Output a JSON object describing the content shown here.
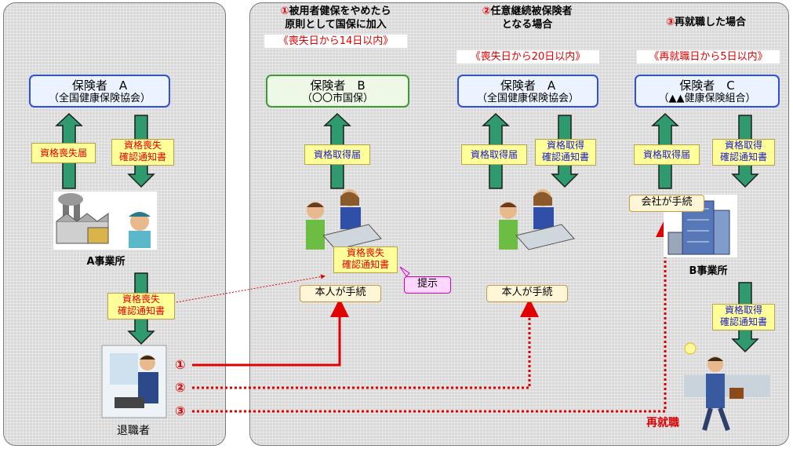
{
  "left": {
    "insurer": {
      "name": "保険者　A",
      "org": "（全国健康保険協会）"
    },
    "doc_up": "資格喪失届",
    "doc_down": [
      "資格喪失",
      "確認通知書"
    ],
    "office": "A事業所",
    "doc_mid": [
      "資格喪失",
      "確認通知書"
    ],
    "retiree": "退職者"
  },
  "col1": {
    "header": [
      "①被用者健保をやめたら",
      "原則として国保に加入"
    ],
    "deadline": "《喪失日から14日以内》",
    "insurer": {
      "name": "保険者　B",
      "org": "（〇〇市国保）"
    },
    "doc_up": "資格取得届",
    "procedure": "本人が手続",
    "held_doc": [
      "資格喪失",
      "確認通知書"
    ],
    "present": "提示"
  },
  "col2": {
    "header": [
      "②任意継続被保険者",
      "となる場合"
    ],
    "deadline": "《喪失日から20日以内》",
    "insurer": {
      "name": "保険者　A",
      "org": "（全国健康保険協会）"
    },
    "doc_up": "資格取得届",
    "doc_down": [
      "資格取得",
      "確認通知書"
    ],
    "procedure": "本人が手続"
  },
  "col3": {
    "header": [
      "③再就職した場合"
    ],
    "deadline": "《再就職日から5日以内》",
    "insurer": {
      "name": "保険者　C",
      "org": "（▲▲健康保険組合）"
    },
    "doc_up": "資格取得届",
    "doc_down": [
      "資格取得",
      "確認通知書"
    ],
    "procedure": "会社が手続",
    "office": "B事業所",
    "doc_lower": [
      "資格取得",
      "確認通知書"
    ],
    "reemployment": "再就職"
  },
  "route_labels": [
    "①",
    "②",
    "③"
  ],
  "colors": {
    "red": "#e00000",
    "blue": "#1a1acc",
    "arrow_green": "#2f9a6e",
    "arrow_stroke": "#1d1d1d"
  }
}
